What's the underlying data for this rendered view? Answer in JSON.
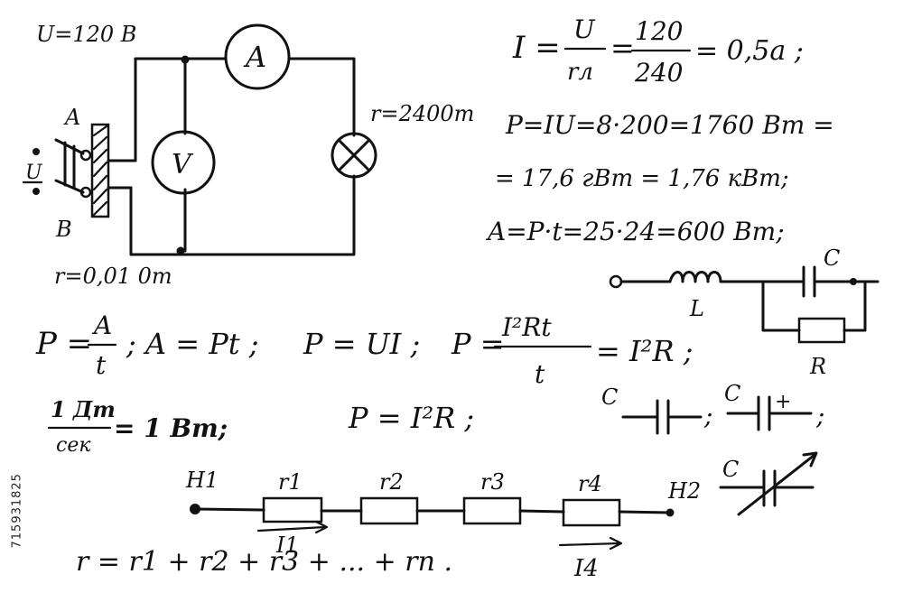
{
  "labels": {
    "voltage": "U=120 B",
    "ammeter": "A",
    "voltmeter": "V",
    "resistance_top": "r=2400m",
    "node_a": "A",
    "node_b": "B",
    "source_u": "U",
    "resistance_bottom": "r=0,01 0m",
    "inductor": "L",
    "capacitor_c1": "C",
    "resistor_r": "R",
    "cap_c2": "C",
    "cap_c3": "C",
    "cap_c3_plus": "+",
    "cap_var": "C",
    "h1": "H1",
    "h2": "H2",
    "r1": "r1",
    "r2": "r2",
    "r3": "r3",
    "r4": "r4",
    "i1": "I1",
    "i4": "I4"
  },
  "formulas": {
    "ohm_lhs": "I =",
    "ohm_num": "U",
    "ohm_den": "rл",
    "ohm_eq": "=",
    "ohm_num2": "120",
    "ohm_den2": "240",
    "ohm_res": "= 0,5a ;",
    "power_line1": "P=IU=8·200=1760 Bm =",
    "power_line2": "= 17,6 гBm = 1,76 кBm;",
    "work_line": "A=P·t=25·24=600 Bm;",
    "p_eq": "P =",
    "p_num": "A",
    "p_den": "t",
    "a_eq": "; A = Pt ;",
    "p_ui": "P = UI ;",
    "p_i2r_eq": "P =",
    "p_i2r_num": "I²Rt",
    "p_i2r_den": "t",
    "p_i2r_res": "= I²R ;",
    "unit_num": "1 Дm",
    "unit_den": "cек",
    "unit_res": "= 1 Bm;",
    "p_i2r2": "P = I²R ;",
    "sep1": ";",
    "sep2": ";",
    "series_sum": "r = r1 + r2 + r3 + ... + rn ."
  },
  "watermark": "715931825"
}
